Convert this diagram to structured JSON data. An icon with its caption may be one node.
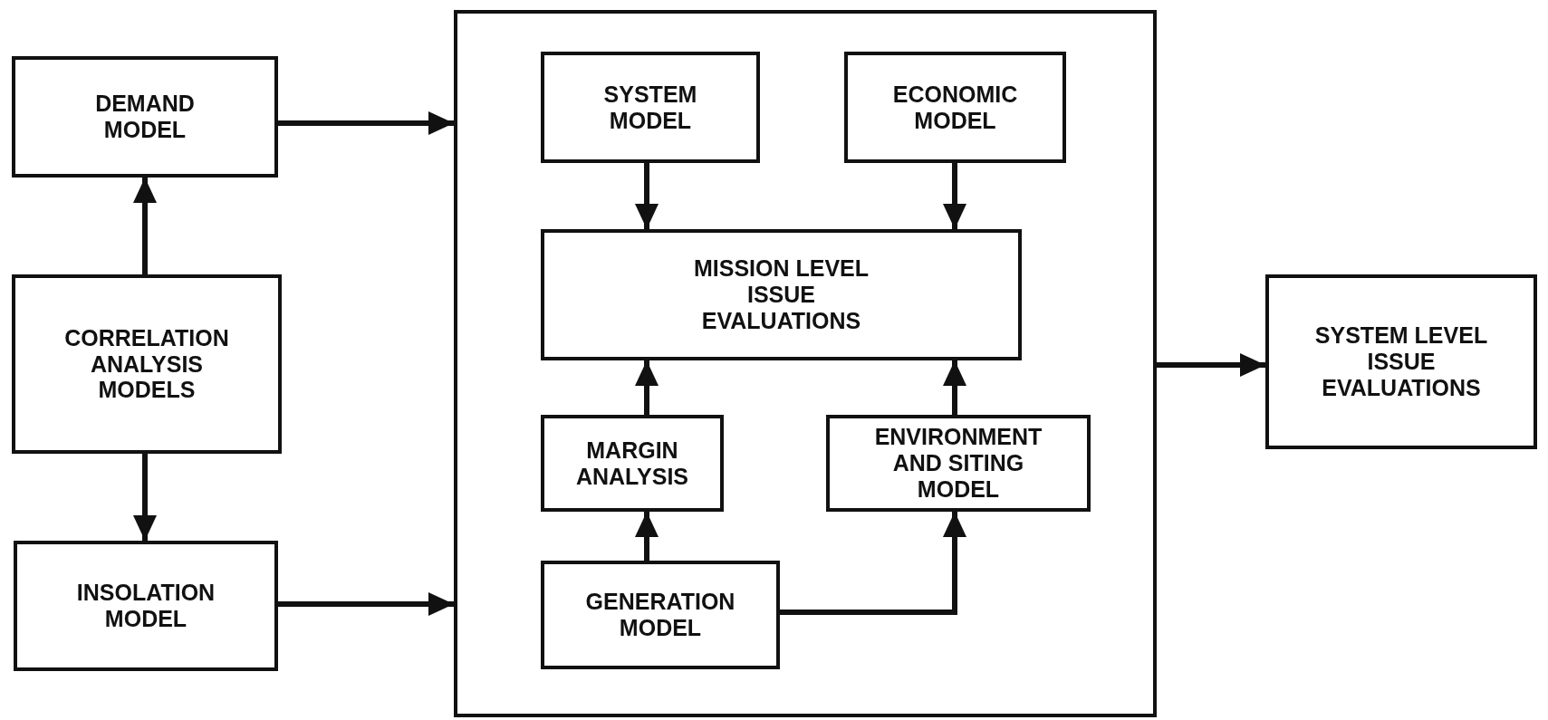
{
  "diagram": {
    "nodes": [
      {
        "text": [
          "DEMAND MODEL"
        ]
      },
      {
        "text": [
          "CORRELATION ANALYSIS MODELS"
        ]
      },
      {
        "text": [
          "INSOLATION MODEL"
        ]
      },
      {
        "text": [],
        "shape": "box"
      },
      {
        "text": [
          "SYSTEM MODEL"
        ],
        "in": 3
      },
      {
        "text": [
          "ECONOMIC MODEL"
        ],
        "in": 3
      },
      {
        "text": [
          "MISSION LEVEL ISSUE EVALUATIONS"
        ],
        "in": 3
      },
      {
        "text": [
          "MARGIN ANALYSIS"
        ],
        "in": 3
      },
      {
        "text": [
          "ENVIRONMENT AND SITING MODEL"
        ],
        "in": 3
      },
      {
        "text": [
          "GENERATION MODEL"
        ],
        "in": 3
      },
      {
        "text": [
          "SYSTEM LEVEL ISSUE EVALUATIONS"
        ]
      }
    ],
    "edges": [
      {
        "from": 0,
        "to": 3,
        "arrow": "to"
      },
      {
        "from": 2,
        "to": 3,
        "arrow": "to"
      },
      {
        "from": 1,
        "to": 0,
        "arrow": "to"
      },
      {
        "from": 1,
        "to": 2,
        "arrow": "to"
      },
      {
        "from": 4,
        "to": 6,
        "arrow": "to"
      },
      {
        "from": 5,
        "to": 6,
        "arrow": "to"
      },
      {
        "from": 7,
        "to": 6,
        "arrow": "to"
      },
      {
        "from": 8,
        "to": 6,
        "arrow": "to"
      },
      {
        "from": 9,
        "to": 7,
        "arrow": "to"
      },
      {
        "from": 9,
        "to": 8,
        "arrow": "to"
      },
      {
        "from": 3,
        "to": 10,
        "arrow": "to"
      }
    ]
  }
}
